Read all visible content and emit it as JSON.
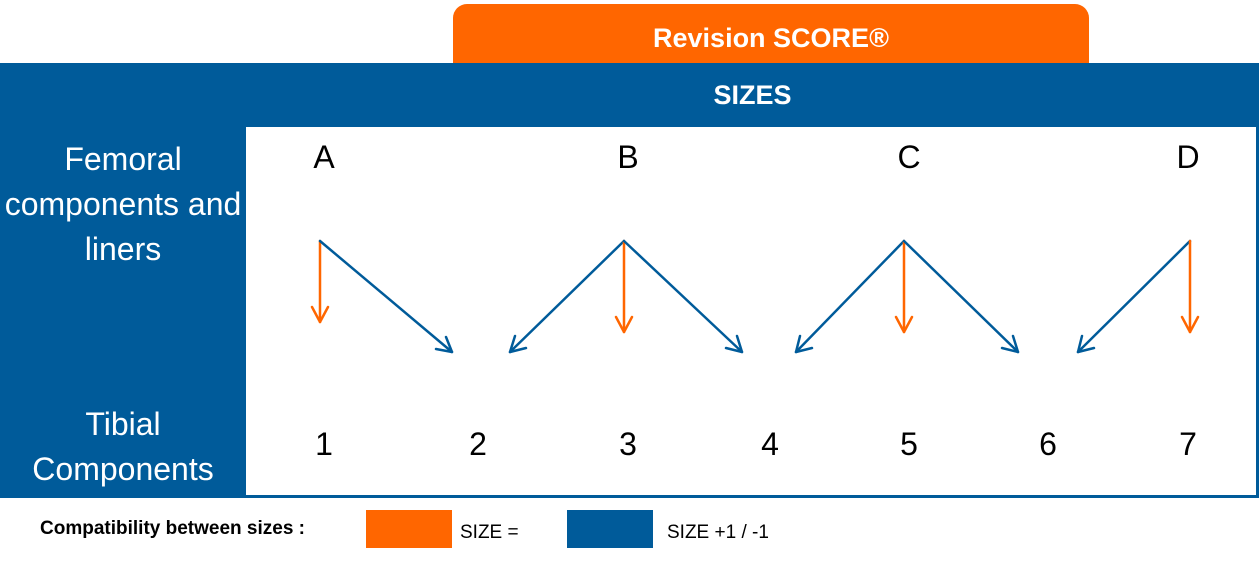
{
  "header": {
    "title": "Revision SCORE®",
    "sizes_label": "SIZES"
  },
  "rows": {
    "femoral_label": "Femoral components and liners",
    "tibial_label": "Tibial Components"
  },
  "femoral_sizes": [
    "A",
    "B",
    "C",
    "D"
  ],
  "tibial_sizes": [
    "1",
    "2",
    "3",
    "4",
    "5",
    "6",
    "7"
  ],
  "legend": {
    "title": "Compatibility  between sizes :",
    "equal_label": "SIZE =",
    "plusminus_label": "SIZE +1 / -1"
  },
  "colors": {
    "orange": "#ff6600",
    "blue": "#005b9a"
  }
}
